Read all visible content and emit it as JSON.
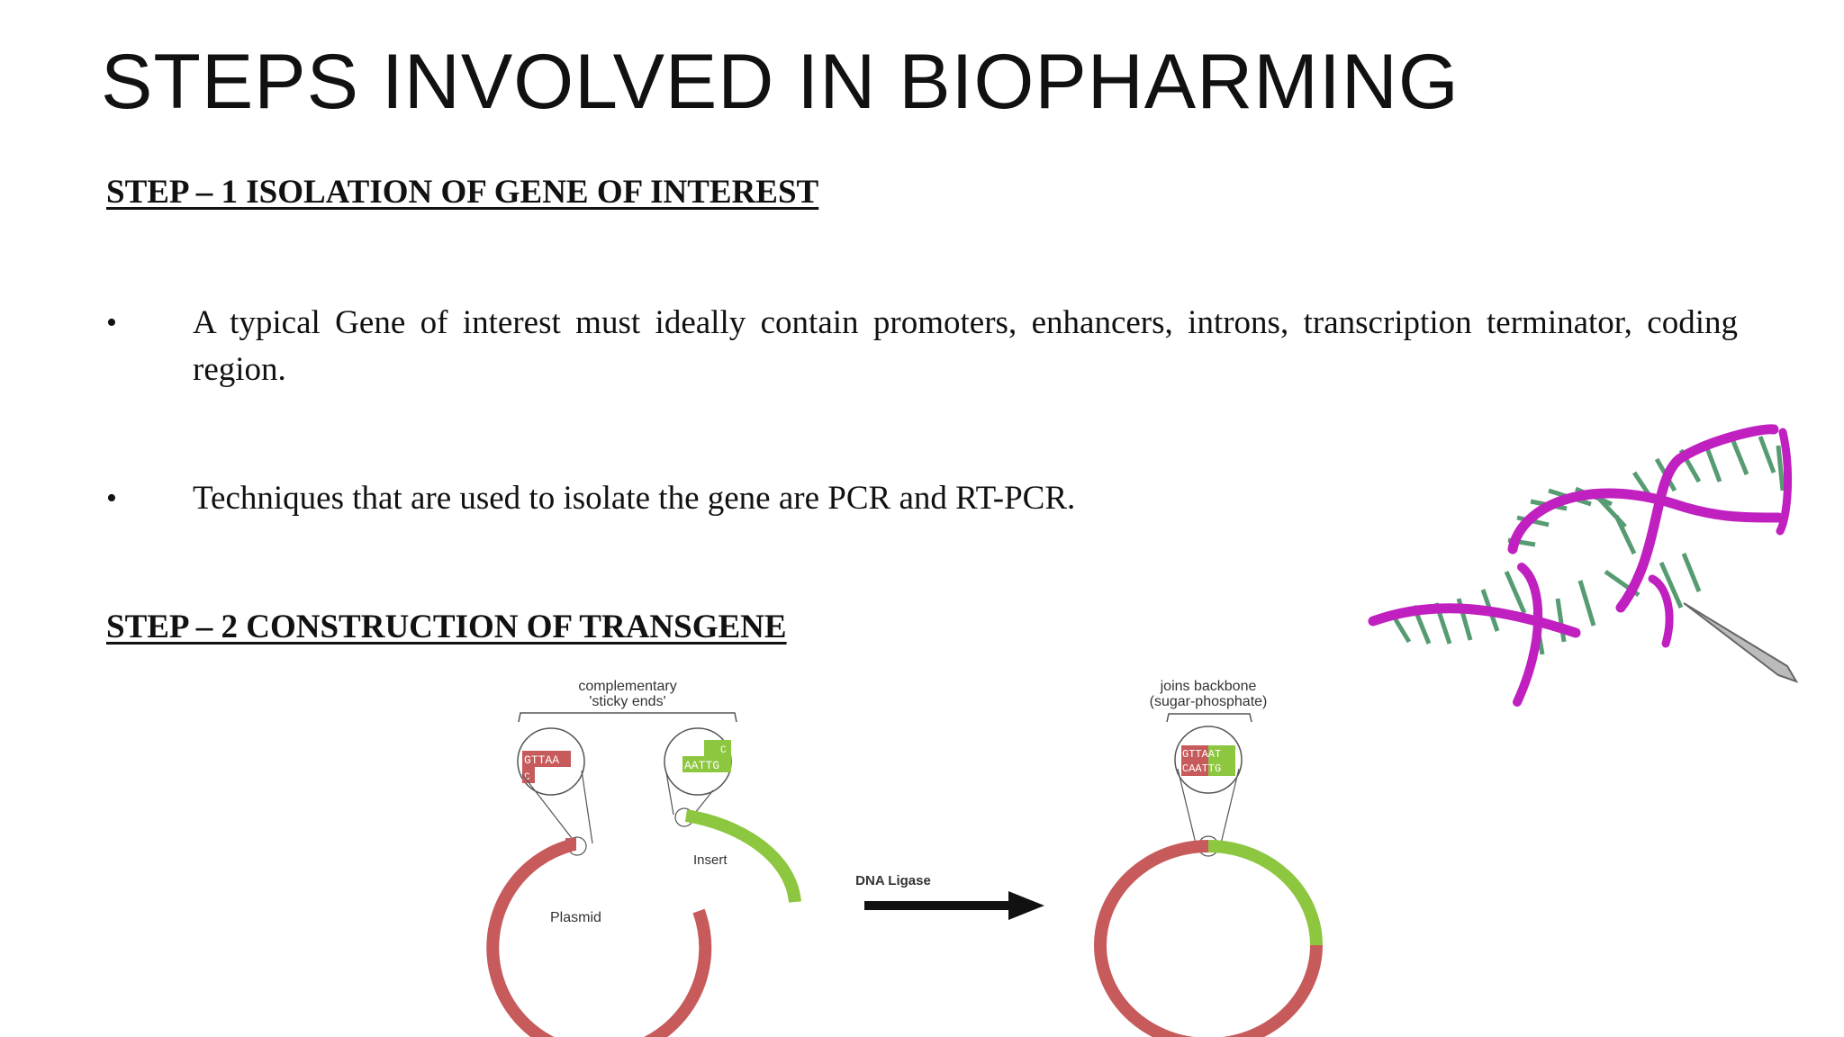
{
  "slide": {
    "title": "STEPS INVOLVED IN BIOPHARMING",
    "step1": {
      "heading": "STEP – 1  ISOLATION OF GENE OF INTEREST",
      "bullets": [
        "A typical Gene of interest must ideally contain promoters, enhancers, introns, transcription terminator, coding region.",
        "Techniques that are used to isolate the gene are PCR and RT-PCR."
      ]
    },
    "step2": {
      "heading": "STEP – 2 CONSTRUCTION OF TRANSGENE"
    },
    "bullet_symbol": "•",
    "diagram": {
      "sticky_ends_label_1": "complementary",
      "sticky_ends_label_2": "'sticky ends'",
      "backbone_label_1": "joins backbone",
      "backbone_label_2": "(sugar-phosphate)",
      "plasmid_label": "Plasmid",
      "insert_label": "Insert",
      "ligase_label": "DNA Ligase",
      "plasmid_seq_top": "GTTAA",
      "plasmid_seq_side": "C",
      "insert_seq": "AATTG",
      "insert_seq_side": "C",
      "joined_seq_top": "GTTAAT",
      "joined_seq_bottom": "CAATTG"
    },
    "colors": {
      "plasmid": "#c75b5b",
      "insert": "#8dc63f",
      "dna_backbone": "#c020c0",
      "dna_bases": "#3a8a5a"
    }
  }
}
